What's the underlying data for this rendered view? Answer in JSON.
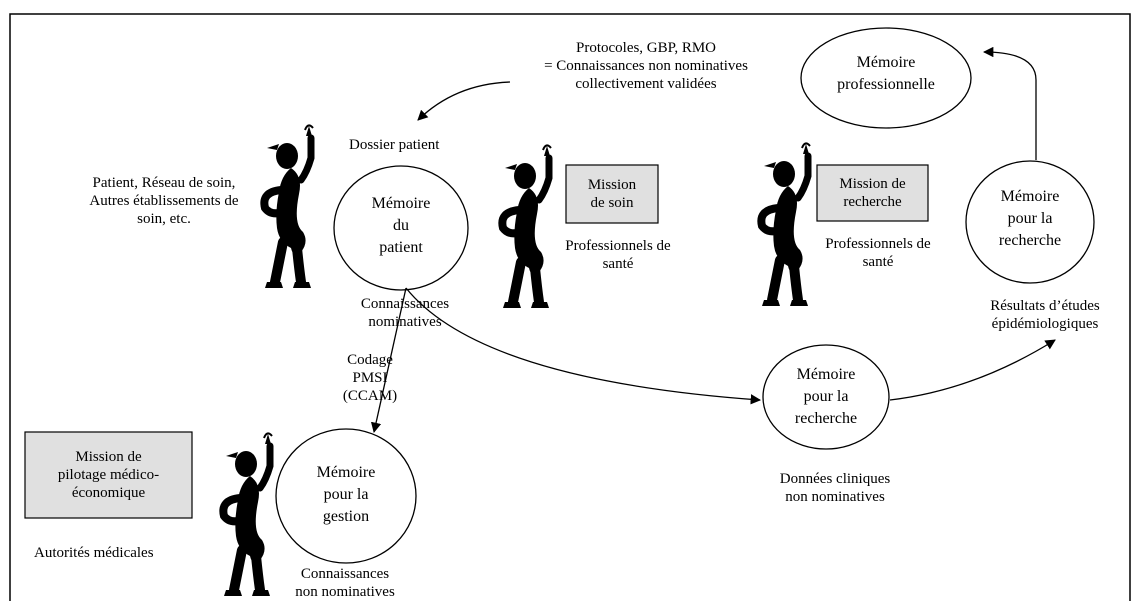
{
  "memories": {
    "patient": {
      "lines": [
        "Mémoire",
        "du",
        "patient"
      ]
    },
    "professional": {
      "lines": [
        "Mémoire",
        "professionnelle"
      ]
    },
    "research_top": {
      "lines": [
        "Mémoire",
        "pour la",
        "recherche"
      ]
    },
    "research_mid": {
      "lines": [
        "Mémoire",
        "pour la",
        "recherche"
      ]
    },
    "management": {
      "lines": [
        "Mémoire",
        "pour la",
        "gestion"
      ]
    }
  },
  "missions": {
    "care": {
      "lines": [
        "Mission",
        "de soin"
      ]
    },
    "research": {
      "lines": [
        "Mission de",
        "recherche"
      ]
    },
    "piloting": {
      "lines": [
        "Mission de",
        "pilotage médico-",
        "économique"
      ]
    }
  },
  "labels": {
    "protocols": [
      "Protocoles, GBP, RMO",
      "= Connaissances non nominatives",
      "collectivement validées"
    ],
    "dossier": "Dossier patient",
    "patient_network": [
      "Patient, Réseau de soin,",
      "Autres établissements de",
      "soin, etc."
    ],
    "professionals_care": [
      "Professionnels de",
      "santé"
    ],
    "professionals_research": [
      "Professionnels de",
      "santé"
    ],
    "nominative": [
      "Connaissances",
      "nominatives"
    ],
    "coding": [
      "Codage",
      "PMSI",
      "(CCAM)"
    ],
    "clinical_data": [
      "Données cliniques",
      "non nominatives"
    ],
    "study_results": [
      "Résultats d’études",
      "épidémiologiques"
    ],
    "authorities": "Autorités médicales",
    "non_nominative": [
      "Connaissances",
      "non nominatives"
    ]
  }
}
